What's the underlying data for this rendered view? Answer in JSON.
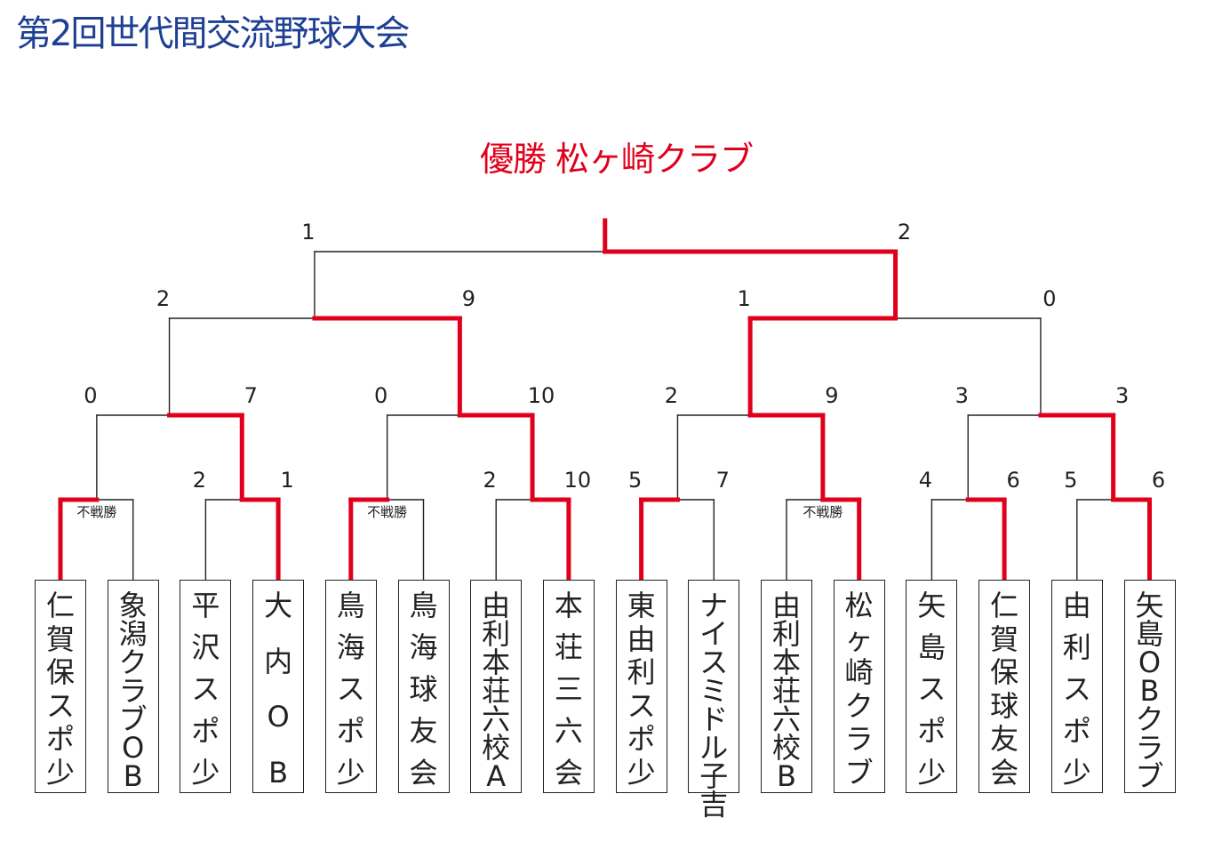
{
  "title": "第2回世代間交流野球大会",
  "champion_label": "優勝 松ヶ崎クラブ",
  "colors": {
    "title": "#1e3f93",
    "winner": "#e1001b",
    "line": "#222222",
    "text": "#222222"
  },
  "walkover_label": "不戦勝",
  "teams": [
    "仁賀保スポ少",
    "象潟クラブOB",
    "平沢スポ少",
    "大内OB",
    "鳥海スポ少",
    "鳥海球友会",
    "由利本荘六校A",
    "本荘三六会",
    "東由利スポ少",
    "ナイスミドル子吉",
    "由利本荘六校B",
    "松ヶ崎クラブ",
    "矢島スポ少",
    "仁賀保球友会",
    "由利スポ少",
    "矢島OBクラブ"
  ],
  "rounds": [
    {
      "name": "round1",
      "matches": [
        {
          "left": "",
          "right": "",
          "winner": "left",
          "walkover": true
        },
        {
          "left": "2",
          "right": "1",
          "winner": "right",
          "walkover": false
        },
        {
          "left": "",
          "right": "",
          "winner": "left",
          "walkover": true
        },
        {
          "left": "2",
          "right": "10",
          "winner": "right",
          "walkover": false
        },
        {
          "left": "5",
          "right": "7",
          "winner": "left",
          "walkover": false
        },
        {
          "left": "",
          "right": "",
          "winner": "right",
          "walkover": true
        },
        {
          "left": "4",
          "right": "6",
          "winner": "right",
          "walkover": false
        },
        {
          "left": "5",
          "right": "6",
          "winner": "right",
          "walkover": false
        }
      ]
    },
    {
      "name": "quarterfinal",
      "matches": [
        {
          "left": "0",
          "right": "7",
          "winner": "right"
        },
        {
          "left": "0",
          "right": "10",
          "winner": "right"
        },
        {
          "left": "2",
          "right": "9",
          "winner": "right"
        },
        {
          "left": "3",
          "right": "3",
          "winner": "right"
        }
      ]
    },
    {
      "name": "semifinal",
      "matches": [
        {
          "left": "2",
          "right": "9",
          "winner": "right"
        },
        {
          "left": "1",
          "right": "0",
          "winner": "left"
        }
      ]
    },
    {
      "name": "final",
      "matches": [
        {
          "left": "1",
          "right": "2",
          "winner": "right"
        }
      ]
    }
  ]
}
